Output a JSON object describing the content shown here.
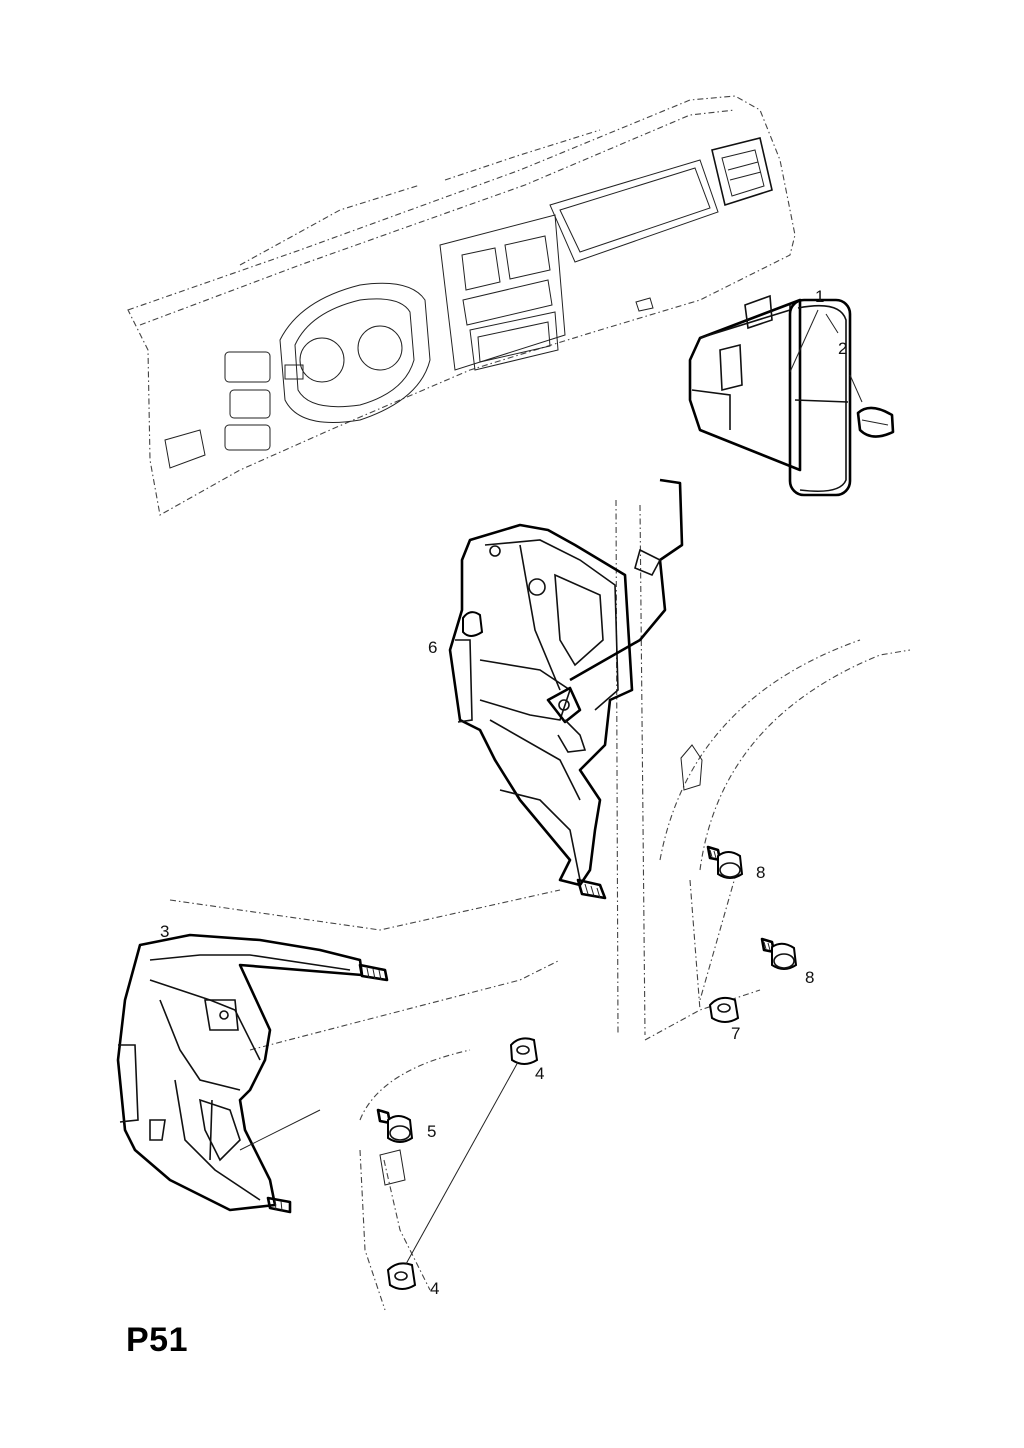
{
  "page_code": "P51",
  "callouts": [
    {
      "id": "c1",
      "text": "1"
    },
    {
      "id": "c2",
      "text": "2"
    },
    {
      "id": "c3",
      "text": "3"
    },
    {
      "id": "c4a",
      "text": "4"
    },
    {
      "id": "c4b",
      "text": "4"
    },
    {
      "id": "c5",
      "text": "5"
    },
    {
      "id": "c6",
      "text": "6"
    },
    {
      "id": "c7",
      "text": "7"
    },
    {
      "id": "c8a",
      "text": "8"
    },
    {
      "id": "c8b",
      "text": "8"
    }
  ]
}
